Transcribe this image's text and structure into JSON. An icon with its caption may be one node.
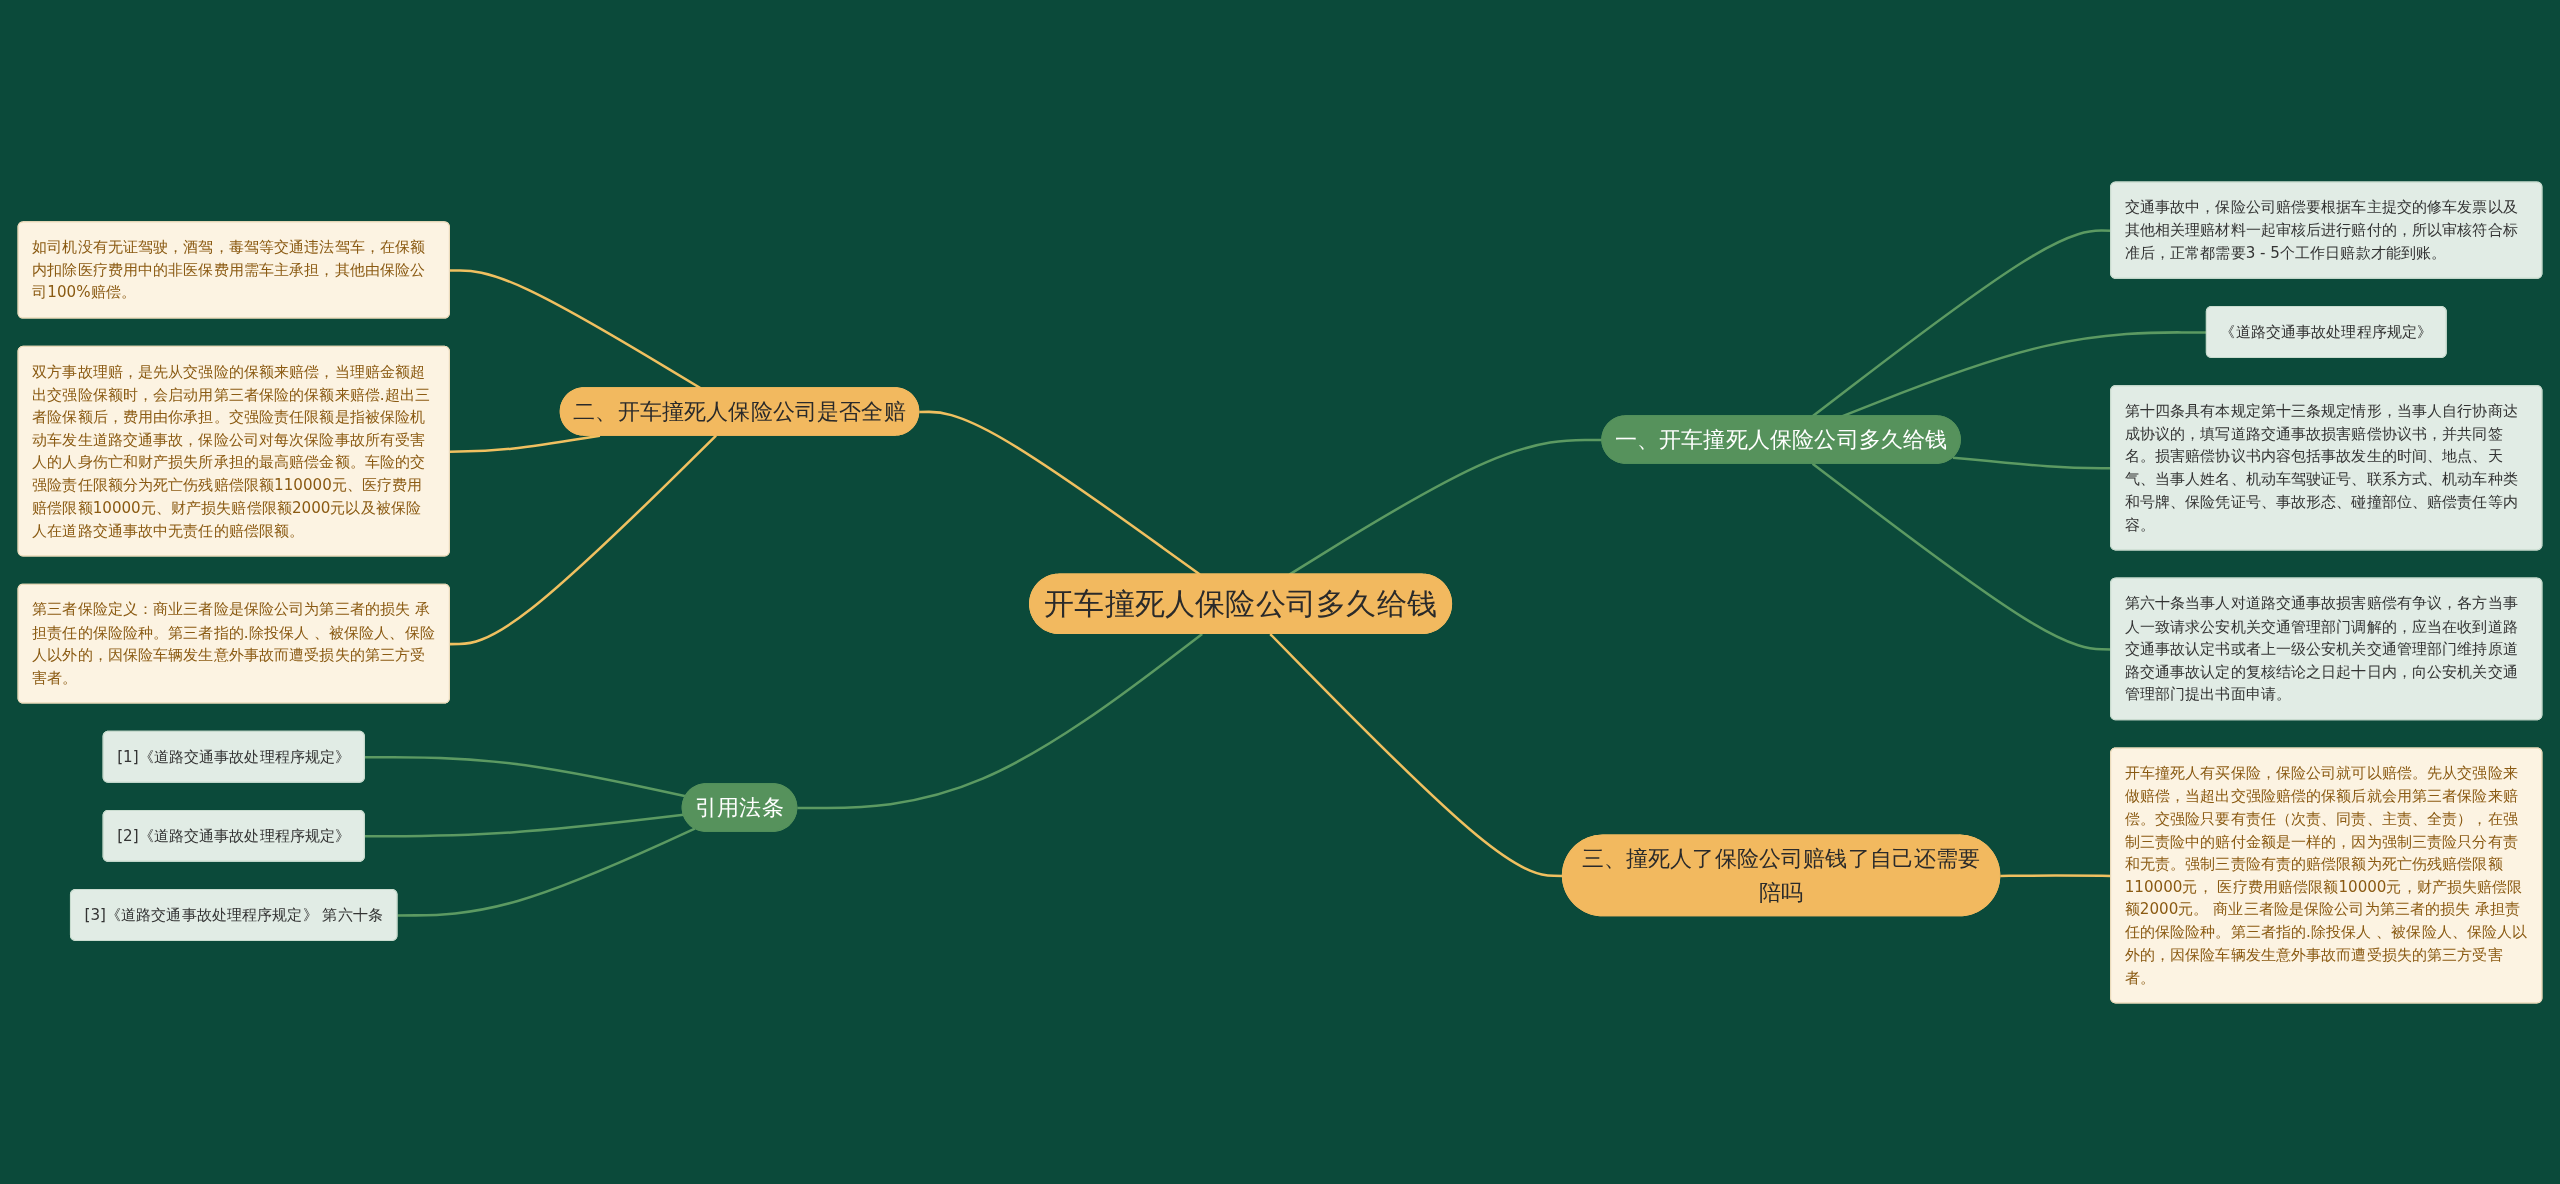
{
  "diagram": {
    "nodes": [
      {
        "text": [
          "开车撞死人保险公司多久给钱"
        ]
      },
      {
        "text": [
          "一、开车撞死人保险公司多久给钱"
        ]
      },
      {
        "text": [
          "交通事故中，保险公司赔偿要根据车主提交的修车发票以及其他相关理赔材料一起审核后进行赔付的，所以审核符合标准后，正常都需要3 - 5个工作日赔款才能到账。"
        ]
      },
      {
        "text": [
          "《道路交通事故处理程序规定》"
        ]
      },
      {
        "text": [
          "第十四条具有本规定第十三条规定情形，当事人自行协商达成协议的，填写道路交通事故损害赔偿协议书，并共同签名。损害赔偿协议书内容包括事故发生的时间、地点、天气、当事人姓名、机动车驾驶证号、联系方式、机动车种类和号牌、保险凭证号、事故形态、碰撞部位、赔偿责任等内容。"
        ]
      },
      {
        "text": [
          "第六十条当事人对道路交通事故损害赔偿有争议，各方当事人一致请求公安机关交通管理部门调解的，应当在收到道路交通事故认定书或者上一级公安机关交通管理部门维持原道路交通事故认定的复核结论之日起十日内，向公安机关交通管理部门提出书面申请。"
        ]
      },
      {
        "text": [
          "二、开车撞死人保险公司是否全赔"
        ]
      },
      {
        "text": [
          "如司机没有无证驾驶，酒驾，毒驾等交通违法驾车，在保额内扣除医疗费用中的非医保费用需车主承担，其他由保险公司100%赔偿。"
        ]
      },
      {
        "text": [
          "双方事故理赔，是先从交强险的保额来赔偿，当理赔金额超出交强险保额时，会启动用第三者保险的保额来赔偿.超出三者险保额后，费用由你承担。交强险责任限额是指被保险机动车发生道路交通事故，保险公司对每次保险事故所有受害人的人身伤亡和财产损失所承担的最高赔偿金额。车险的交强险责任限额分为死亡伤残赔偿限额110000元、医疗费用赔偿限额10000元、财产损失赔偿限额2000元以及被保险人在道路交通事故中无责任的赔偿限额。"
        ]
      },
      {
        "text": [
          "第三者保险定义：商业三者险是保险公司为第三者的损失 承担责任的保险险种。第三者指的.除投保人 、被保险人、保险人以外的，因保险车辆发生意外事故而遭受损失的第三方受害者。"
        ]
      },
      {
        "text": [
          "三、撞死人了保险公司赔钱了自己还需要陪吗"
        ]
      },
      {
        "text": [
          "开车撞死人有买保险，保险公司就可以赔偿。先从交强险来做赔偿，当超出交强险赔偿的保额后就会用第三者保险来赔偿。交强险只要有责任（次责、同责、主责、全责），在强制三责险中的赔付金额是一样的，因为强制三责险只分有责和无责。强制三责险有责的赔偿限额为死亡伤残赔偿限额110000元， 医疗费用赔偿限额10000元，财产损失赔偿限额2000元。 商业三者险是保险公司为第三者的损失 承担责任的保险险种。第三者指的.除投保人 、被保险人、保险人以外的，因保险车辆发生意外事故而遭受损失的第三方受害者。"
        ]
      },
      {
        "text": [
          "引用法条"
        ]
      },
      {
        "text": [
          "[1]《道路交通事故处理程序规定》"
        ]
      },
      {
        "text": [
          "[2]《道路交通事故处理程序规定》"
        ]
      },
      {
        "text": [
          "[3]《道路交通事故处理程序规定》 第六十条"
        ]
      }
    ],
    "edges": [
      {
        "from": 0,
        "to": 1,
        "arrow": "none"
      },
      {
        "from": 1,
        "to": 2,
        "arrow": "none"
      },
      {
        "from": 1,
        "to": 3,
        "arrow": "none"
      },
      {
        "from": 1,
        "to": 4,
        "arrow": "none"
      },
      {
        "from": 1,
        "to": 5,
        "arrow": "none"
      },
      {
        "from": 6,
        "to": 0,
        "arrow": "none",
        "color": "#f0c060"
      },
      {
        "from": 7,
        "to": 6,
        "arrow": "none",
        "color": "#f0c060"
      },
      {
        "from": 8,
        "to": 6,
        "arrow": "none",
        "color": "#f0c060"
      },
      {
        "from": 9,
        "to": 6,
        "arrow": "none",
        "color": "#f0c060"
      },
      {
        "from": 0,
        "to": 10,
        "arrow": "none",
        "color": "#f0c060"
      },
      {
        "from": 10,
        "to": 11,
        "arrow": "none",
        "color": "#f0c060"
      },
      {
        "from": 12,
        "to": 0,
        "arrow": "none"
      },
      {
        "from": 13,
        "to": 12,
        "arrow": "none"
      },
      {
        "from": 14,
        "to": 12,
        "arrow": "none"
      },
      {
        "from": 15,
        "to": 12,
        "arrow": "none"
      }
    ]
  }
}
